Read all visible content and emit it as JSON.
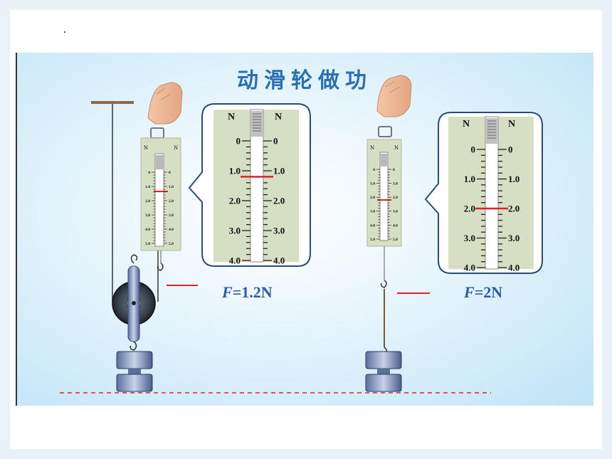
{
  "title": "动滑轮做功",
  "scale_unit": "N",
  "small_scale_labels": [
    "0",
    "1.0",
    "2.0",
    "3.0",
    "4.0",
    "5.0"
  ],
  "left_zoom_labels": [
    "0",
    "1.0",
    "2.0",
    "3.0",
    "4.0"
  ],
  "right_zoom_labels": [
    "0",
    "1.0",
    "2.0",
    "3.0",
    "4.0"
  ],
  "left_reading_value": 1.2,
  "right_reading_value": 2.0,
  "left_formula": {
    "var": "F",
    "rest": "=1.2N"
  },
  "right_formula": {
    "var": "F",
    "rest": "=2N"
  },
  "colors": {
    "title": "#2a6fb0",
    "formula": "#2a5aa8",
    "indicator": "#e0202a",
    "dashed_line": "#e0202a"
  }
}
